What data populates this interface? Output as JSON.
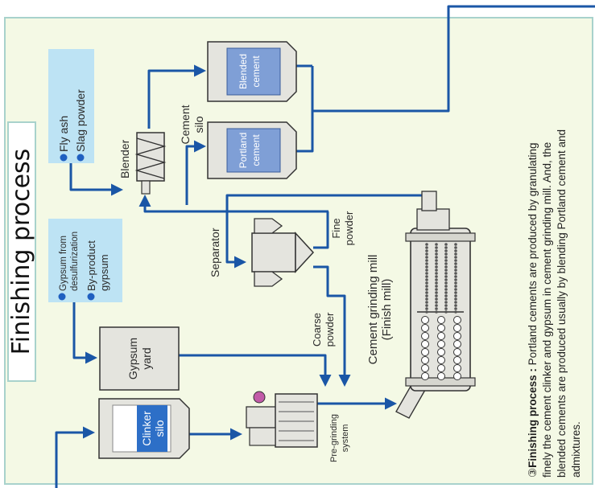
{
  "title": "Finishing process",
  "inputs": {
    "flyash": [
      "Fly ash",
      "Slag powder"
    ],
    "gypsum": [
      "Gypsum from",
      "desulfurization",
      "By-product",
      "gypsum"
    ]
  },
  "labels": {
    "blender": "Blender",
    "cement_silo": [
      "Cement",
      "silo"
    ],
    "blended_cement": [
      "Blended",
      "cement"
    ],
    "portland_cement": [
      "Portland",
      "cement"
    ],
    "separator": "Separator",
    "fine_powder": [
      "Fine",
      "powder"
    ],
    "coarse_powder": [
      "Coarse",
      "powder"
    ],
    "gypsum_yard": [
      "Gypsum",
      "yard"
    ],
    "clinker_silo": [
      "Clinker",
      "silo"
    ],
    "pregrinding": [
      "Pre-grinding",
      "system"
    ],
    "mill": [
      "Cement grinding mill",
      "(Finish mill)"
    ]
  },
  "description": {
    "number": "③",
    "heading": "Finishing process :",
    "lines": [
      " Portland cements are produced by granulating",
      "finely the cement clinker and gypsum in cement grinding mill.  And, the",
      "blended cements are produced usually by blending Portland cement and",
      "admixtures."
    ]
  },
  "colors": {
    "flow": "#1a56a6",
    "panel_bg": "#f4f9e5",
    "panel_border": "#a8d2cc",
    "input_box": "#bde3f4",
    "equipment": "#e4e4de",
    "silo_fill": "#7f9fd6",
    "bullet": "#1f5fc0"
  }
}
